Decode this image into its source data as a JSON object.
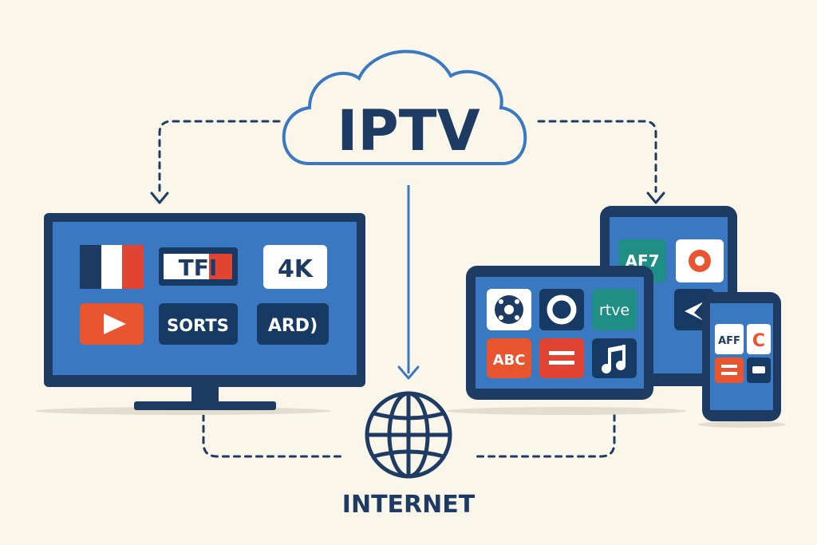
{
  "cloud": {
    "title": "IPTV"
  },
  "internet": {
    "label": "INTERNET"
  },
  "tv": {
    "tiles": [
      {
        "text": "",
        "icon": "french-flag-icon"
      },
      {
        "text": "TFI",
        "icon": "tf1-logo-icon"
      },
      {
        "text": "4K"
      },
      {
        "text": "",
        "icon": "play-icon"
      },
      {
        "text": "SORTS"
      },
      {
        "text": "ARD)"
      }
    ]
  },
  "tablet_back": {
    "tiles": [
      {
        "text": "AF7"
      },
      {
        "text": "",
        "icon": "heart-icon"
      }
    ]
  },
  "tablet_front": {
    "tiles": [
      {
        "text": "",
        "icon": "soccer-ball-icon"
      },
      {
        "text": "",
        "icon": "ring-icon"
      },
      {
        "text": "rtve"
      },
      {
        "text": "ABC"
      },
      {
        "text": "",
        "icon": "equals-icon"
      },
      {
        "text": "",
        "icon": "music-note-icon"
      }
    ]
  },
  "phone": {
    "tiles": [
      {
        "text": "AFF"
      },
      {
        "text": "C"
      },
      {
        "text": "",
        "icon": "equals-icon"
      },
      {
        "text": "",
        "icon": "minus-icon"
      }
    ]
  },
  "colors": {
    "navy": "#1d3b63",
    "blue": "#3a78c2",
    "dark_tile": "#163a63",
    "orange": "#e9552f",
    "teal": "#1f8f86",
    "white": "#ffffff",
    "red": "#e24433"
  }
}
